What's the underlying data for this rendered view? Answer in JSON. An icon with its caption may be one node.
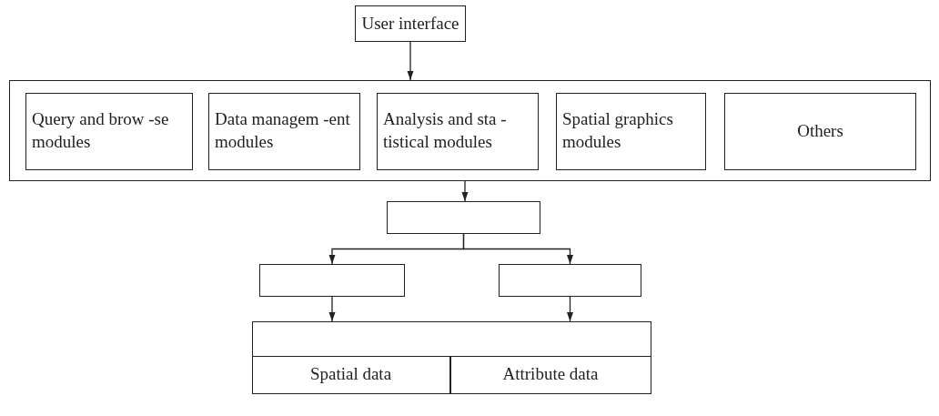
{
  "diagram": {
    "nodes": [
      {
        "text": [
          "User interface"
        ]
      },
      {
        "text": [],
        "shape": "box"
      },
      {
        "text": [
          "Query and brow -se modules"
        ],
        "in": 1
      },
      {
        "text": [
          "Data managem -ent modules"
        ],
        "in": 1
      },
      {
        "text": [
          "Analysis and sta -tistical modules"
        ],
        "in": 1
      },
      {
        "text": [
          "Spatial graphics modules"
        ],
        "in": 1
      },
      {
        "text": [
          "Others"
        ],
        "in": 1
      },
      {
        "text": [],
        "shape": "box"
      },
      {
        "text": [],
        "shape": "box"
      },
      {
        "text": [],
        "shape": "box"
      },
      {
        "text": [],
        "shape": "box"
      },
      {
        "text": [
          "Spatial data"
        ],
        "in": 10
      },
      {
        "text": [
          "Attribute data"
        ],
        "in": 10
      }
    ],
    "edges": [
      {
        "from": 0,
        "to": 1,
        "arrow": "to"
      },
      {
        "from": 1,
        "to": 7,
        "arrow": "to"
      },
      {
        "from": 7,
        "to": 8,
        "arrow": "to"
      },
      {
        "from": 7,
        "to": 9,
        "arrow": "to"
      },
      {
        "from": 8,
        "to": 10,
        "arrow": "to"
      },
      {
        "from": 9,
        "to": 10,
        "arrow": "to"
      }
    ]
  }
}
